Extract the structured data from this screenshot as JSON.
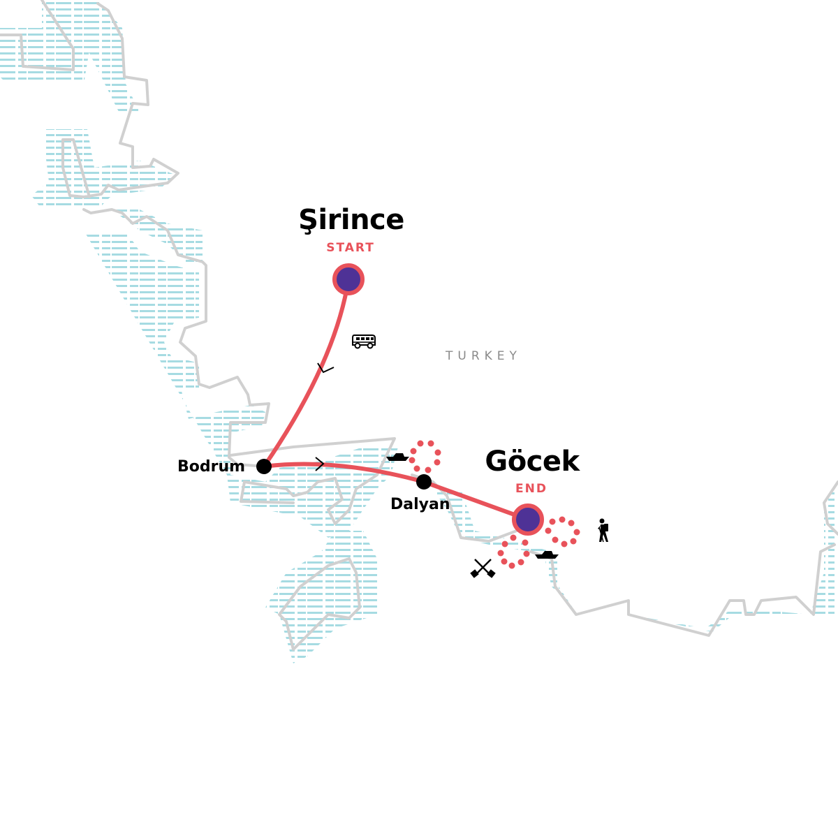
{
  "map": {
    "country_label": "TURKEY",
    "colors": {
      "route": "#e8525a",
      "endpoint_fill": "#4e3296",
      "endpoint_ring": "#e8525a",
      "stop": "#000000",
      "coast": "#d0d0d0",
      "water": "#a6dbe2",
      "country_text": "#8a8a8a"
    },
    "start": {
      "name": "Şirince",
      "tag": "START"
    },
    "end": {
      "name": "Göcek",
      "tag": "END"
    },
    "stops": [
      {
        "name": "Bodrum"
      },
      {
        "name": "Dalyan"
      }
    ],
    "activity_icons": [
      {
        "icon": "bus-icon",
        "meaning": "bus transport"
      },
      {
        "icon": "boat-icon",
        "meaning": "boat near Dalyan"
      },
      {
        "icon": "boat-icon",
        "meaning": "boat near Göcek"
      },
      {
        "icon": "hiker-icon",
        "meaning": "hiking"
      },
      {
        "icon": "paddles-icon",
        "meaning": "kayaking"
      }
    ]
  }
}
